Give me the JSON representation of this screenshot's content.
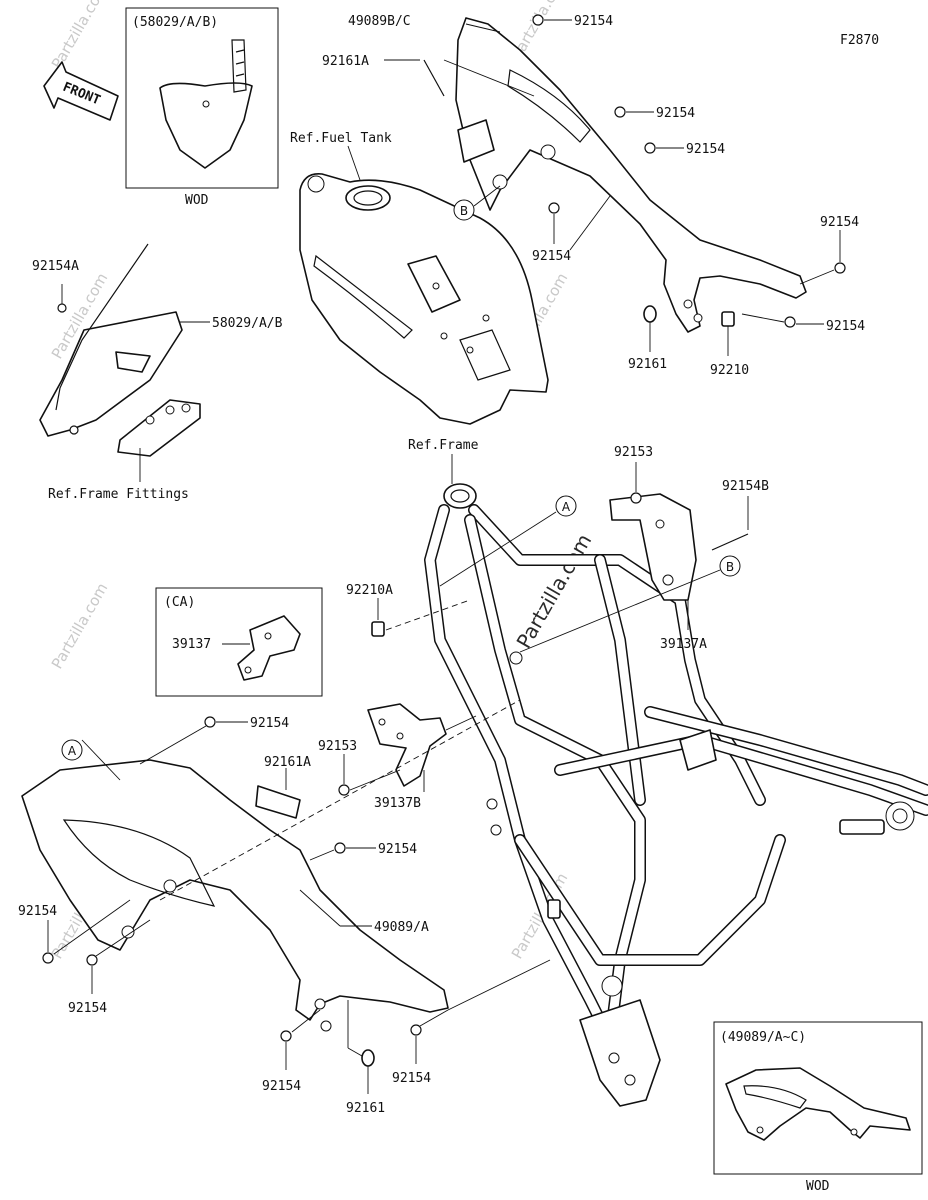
{
  "diagram_code": "F2870",
  "front_arrow_label": "FRONT",
  "boxes": {
    "number_plate_box": {
      "title": "(58029/A/B)",
      "footer": "WOD"
    },
    "ca_box": {
      "title": "(CA)"
    },
    "cover_box": {
      "title": "(49089/A~C)",
      "footer": "WOD"
    }
  },
  "refs": {
    "fuel_tank": "Ref.Fuel Tank",
    "frame": "Ref.Frame",
    "frame_fittings": "Ref.Frame Fittings"
  },
  "callouts": {
    "a": "A",
    "b": "B"
  },
  "parts": [
    {
      "id": "p_49089bc",
      "number": "49089B/C"
    },
    {
      "id": "p_92154_top",
      "number": "92154"
    },
    {
      "id": "p_92161a_top",
      "number": "92161A"
    },
    {
      "id": "p_92154_r1",
      "number": "92154"
    },
    {
      "id": "p_92154_r2",
      "number": "92154"
    },
    {
      "id": "p_92154_mid",
      "number": "92154"
    },
    {
      "id": "p_92154_far",
      "number": "92154"
    },
    {
      "id": "p_92154_far2",
      "number": "92154"
    },
    {
      "id": "p_92161_top",
      "number": "92161"
    },
    {
      "id": "p_92210",
      "number": "92210"
    },
    {
      "id": "p_92154a",
      "number": "92154A"
    },
    {
      "id": "p_58029ab",
      "number": "58029/A/B"
    },
    {
      "id": "p_92153_top",
      "number": "92153"
    },
    {
      "id": "p_92154b",
      "number": "92154B"
    },
    {
      "id": "p_92210a",
      "number": "92210A"
    },
    {
      "id": "p_39137a",
      "number": "39137A"
    },
    {
      "id": "p_39137",
      "number": "39137"
    },
    {
      "id": "p_92154_left1",
      "number": "92154"
    },
    {
      "id": "p_92161a_mid",
      "number": "92161A"
    },
    {
      "id": "p_92153_mid",
      "number": "92153"
    },
    {
      "id": "p_39137b",
      "number": "39137B"
    },
    {
      "id": "p_92154_cov",
      "number": "92154"
    },
    {
      "id": "p_49089a",
      "number": "49089/A"
    },
    {
      "id": "p_92154_bl1",
      "number": "92154"
    },
    {
      "id": "p_92154_bl2",
      "number": "92154"
    },
    {
      "id": "p_92154_b1",
      "number": "92154"
    },
    {
      "id": "p_92154_b2",
      "number": "92154"
    },
    {
      "id": "p_92161_bot",
      "number": "92161"
    }
  ],
  "watermark": "Partzilla.com",
  "watermark_big": "Partzilla.com"
}
